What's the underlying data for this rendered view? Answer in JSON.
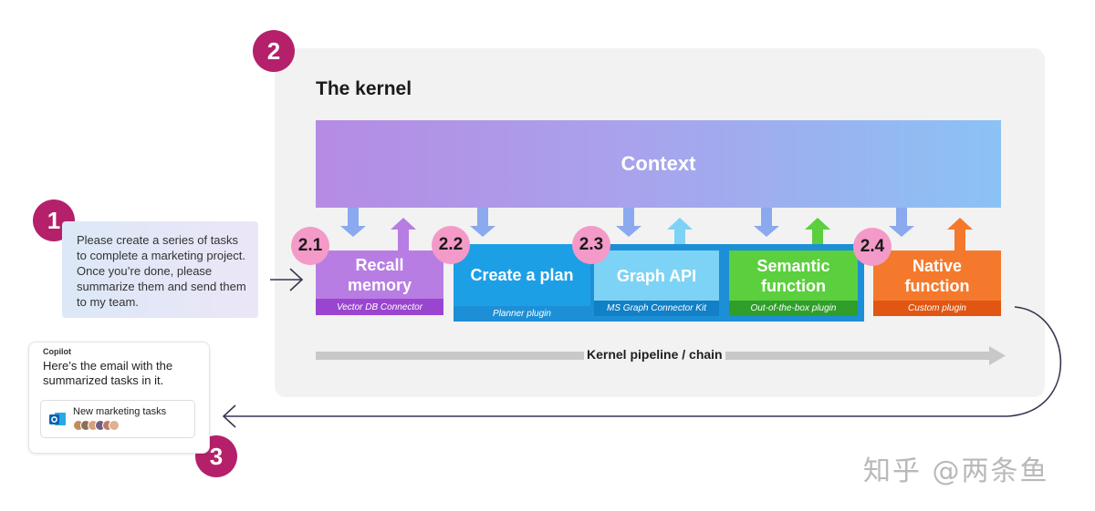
{
  "steps": {
    "step1": "1",
    "step2": "2",
    "step3": "3"
  },
  "prompt": {
    "text": "Please create a series of tasks to complete a marketing project. Once you’re done, please summarize them and send them to my team."
  },
  "kernel": {
    "title": "The kernel",
    "context_label": "Context",
    "pipeline_label": "Kernel pipeline / chain",
    "functions": [
      {
        "number": "2.1",
        "title": "Recall memory",
        "tag": "Vector DB Connector"
      },
      {
        "number": "2.2",
        "title": "Create a plan",
        "tag": "Planner plugin"
      },
      {
        "number": "2.3",
        "title": "Graph API",
        "tag": "MS Graph Connector Kit"
      },
      {
        "title": "Semantic function",
        "tag": "Out-of-the-box plugin"
      },
      {
        "number": "2.4",
        "title": "Native function",
        "tag": "Custom plugin"
      }
    ]
  },
  "copilot": {
    "label": "Copilot",
    "message": "Here’s the email with the summarized tasks in it.",
    "email_title": "New marketing tasks"
  },
  "watermark": "知乎 @两条鱼",
  "colors": {
    "badge": "#b5206a",
    "sub_badge": "#f49ac8",
    "recall": "#b77de3",
    "plan": "#1d8fd6",
    "graph": "#7dd3f5",
    "semantic": "#5bcf3e",
    "native": "#f5792c"
  }
}
